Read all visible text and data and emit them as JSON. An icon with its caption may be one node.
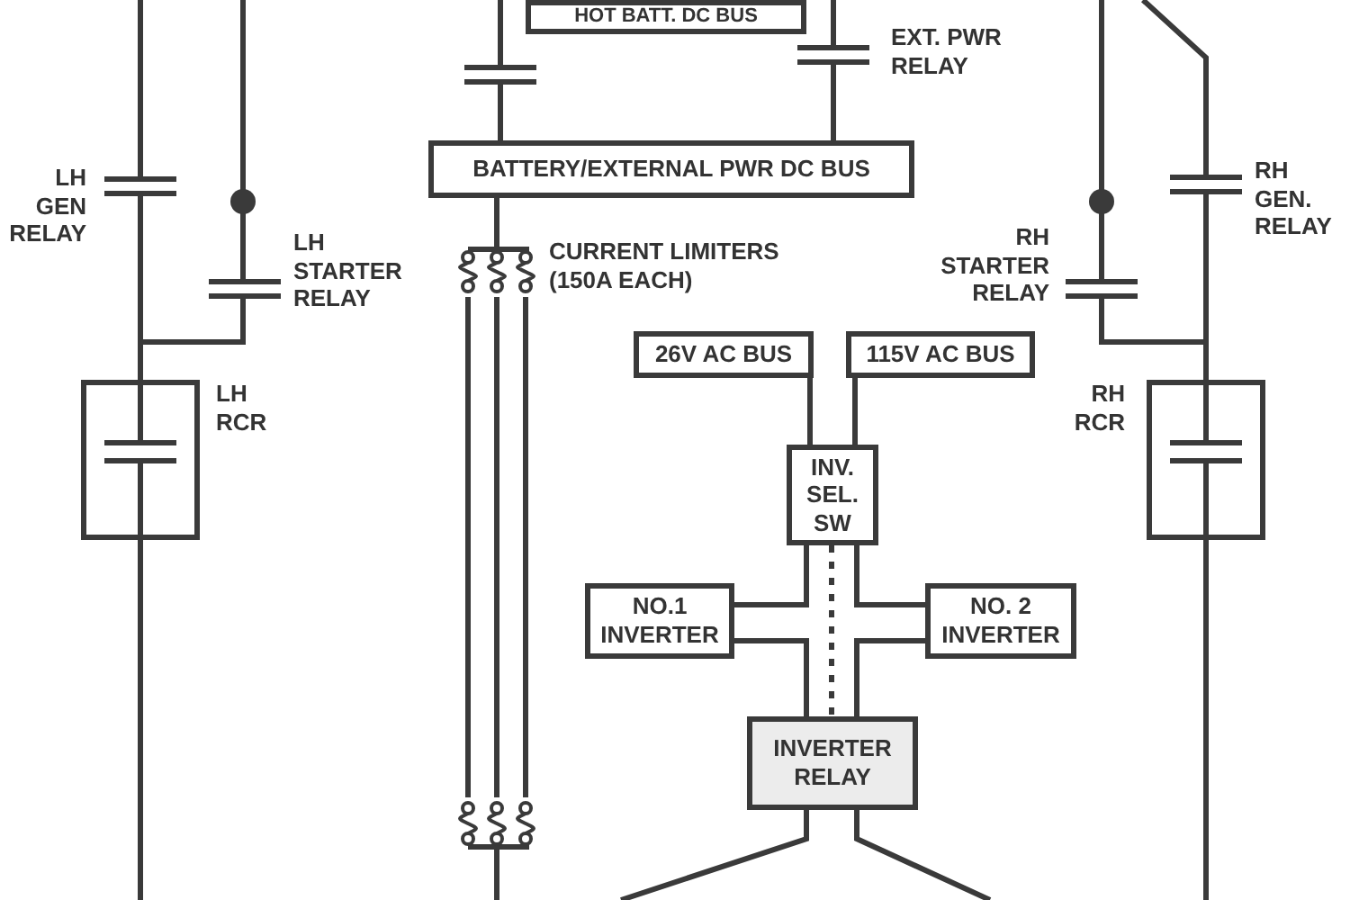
{
  "diagram": {
    "nodes": [
      {
        "text": [
          "HOT BATT. DC BUS"
        ]
      },
      {
        "text": [],
        "shape": "relay"
      },
      {
        "text": [
          "EXT. PWR RELAY"
        ]
      },
      {
        "text": [
          "BATTERY/EXTERNAL PWR DC BUS"
        ]
      },
      {
        "text": [
          "CURRENT LIMITERS (150A EACH)"
        ]
      },
      {
        "text": [],
        "shape": "fuse"
      },
      {
        "text": [
          "26V AC BUS"
        ]
      },
      {
        "text": [
          "115V AC BUS"
        ]
      },
      {
        "text": [
          "INV. SEL. SW"
        ]
      },
      {
        "text": [
          "NO.1 INVERTER"
        ]
      },
      {
        "text": [
          "NO. 2 INVERTER"
        ]
      },
      {
        "text": [
          "INVERTER RELAY"
        ]
      },
      {
        "text": [
          "LH GEN RELAY"
        ]
      },
      {
        "text": [
          "LH STARTER RELAY"
        ]
      },
      {
        "text": [
          "LH RCR"
        ]
      },
      {
        "text": [
          "RH STARTER RELAY"
        ]
      },
      {
        "text": [
          "RH GEN. RELAY"
        ]
      },
      {
        "text": [
          "RH RCR"
        ]
      }
    ],
    "edges": [
      {
        "from": null,
        "to": 1,
        "arrow": "none"
      },
      {
        "from": 1,
        "to": 3,
        "arrow": "none"
      },
      {
        "from": null,
        "to": 2,
        "arrow": "none"
      },
      {
        "from": 2,
        "to": 3,
        "arrow": "none"
      },
      {
        "from": 3,
        "to": 4,
        "arrow": "none"
      },
      {
        "from": 4,
        "to": 5,
        "arrow": "none"
      },
      {
        "from": 4,
        "to": 5,
        "arrow": "none"
      },
      {
        "from": 4,
        "to": 5,
        "arrow": "none"
      },
      {
        "from": 5,
        "to": null,
        "arrow": "none"
      },
      {
        "from": 6,
        "to": 8,
        "arrow": "none"
      },
      {
        "from": 7,
        "to": 8,
        "arrow": "none"
      },
      {
        "from": 8,
        "to": 9,
        "arrow": "none"
      },
      {
        "from": 8,
        "to": 10,
        "arrow": "none"
      },
      {
        "from": 9,
        "to": 11,
        "arrow": "none"
      },
      {
        "from": 10,
        "to": 11,
        "arrow": "none"
      },
      {
        "from": 8,
        "to": 11,
        "arrow": "none",
        "style": "dashed"
      },
      {
        "from": 11,
        "to": null,
        "arrow": "none"
      },
      {
        "from": 11,
        "to": null,
        "arrow": "none"
      },
      {
        "from": null,
        "to": 12,
        "arrow": "none"
      },
      {
        "from": null,
        "to": 13,
        "arrow": "none"
      },
      {
        "from": 12,
        "to": 14,
        "arrow": "none"
      },
      {
        "from": 13,
        "to": 14,
        "arrow": "none"
      },
      {
        "from": 14,
        "to": null,
        "arrow": "none"
      },
      {
        "from": null,
        "to": 15,
        "arrow": "none"
      },
      {
        "from": null,
        "to": 16,
        "arrow": "none"
      },
      {
        "from": 15,
        "to": 17,
        "arrow": "none"
      },
      {
        "from": 16,
        "to": 17,
        "arrow": "none"
      },
      {
        "from": 17,
        "to": null,
        "arrow": "none"
      }
    ]
  }
}
